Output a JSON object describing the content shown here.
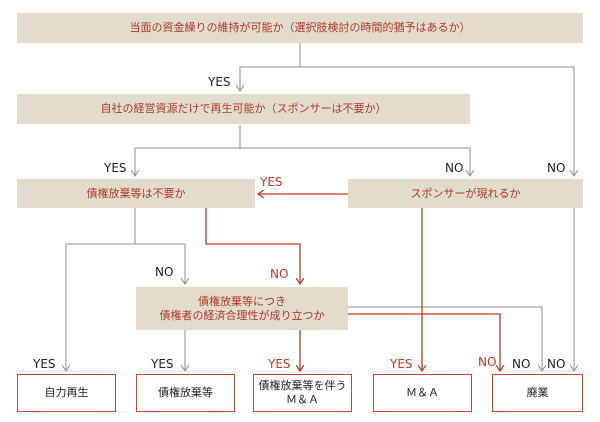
{
  "boxes": {
    "q1": "当面の資金繰りの維持が可能か（選択肢検討の時間的猶予はあるか）",
    "q2": "自社の経営資源だけで再生可能か（スポンサーは不要か）",
    "q3": "債権放棄等は不要か",
    "q4": "スポンサーが現れるか",
    "q5_line1": "債権放棄等につき",
    "q5_line2": "債権者の経済合理性が成り立つか"
  },
  "outcomes": {
    "o1": "自力再生",
    "o2": "債権放棄等",
    "o3_line1": "債権放棄等を伴う",
    "o3_line2": "Ｍ＆Ａ",
    "o4": "Ｍ＆Ａ",
    "o5": "廃業"
  },
  "labels": {
    "yes": "YES",
    "no": "NO"
  },
  "colors": {
    "box_fill": "#e2dccd",
    "box_text": "#b0382a",
    "gray_line": "#8c8c8c",
    "red_line": "#c0391f",
    "outcome_border": "#c44a36"
  }
}
